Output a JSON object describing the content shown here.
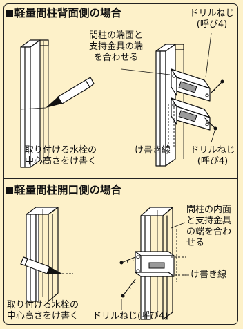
{
  "section_back": {
    "title": "軽量間柱背面側の場合",
    "label_align": [
      "間柱の端面と",
      "支持金具の端",
      "を合わせる"
    ],
    "label_screw_top": [
      "ドリルねじ",
      "(呼び4)"
    ],
    "label_mark": [
      "取り付ける水栓の",
      "中心高さをけ書く"
    ],
    "label_scribe": "け書き線",
    "label_screw_bottom": [
      "ドリルねじ",
      "(呼び4)"
    ]
  },
  "section_open": {
    "title": "軽量間柱開口側の場合",
    "label_inner": [
      "間柱の内面",
      "と支持金具",
      "の端を合わ",
      "せる"
    ],
    "label_scribe": "け書き線",
    "label_mark": [
      "取り付ける水栓の",
      "中心高さをけ書く"
    ],
    "label_screw": "ドリルねじ(呼び4)"
  }
}
